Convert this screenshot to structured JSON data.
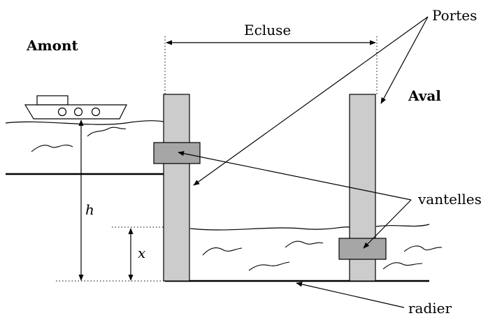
{
  "labels": {
    "upstream": "Amont",
    "downstream": "Aval",
    "lock": "Ecluse",
    "gates": "Portes",
    "sluices": "vantelles",
    "floor": "radier",
    "height_symbol": "h",
    "depth_symbol": "x"
  },
  "colors": {
    "gate": "#cccccc",
    "sluice": "#a6a6a6",
    "line": "#000000"
  }
}
